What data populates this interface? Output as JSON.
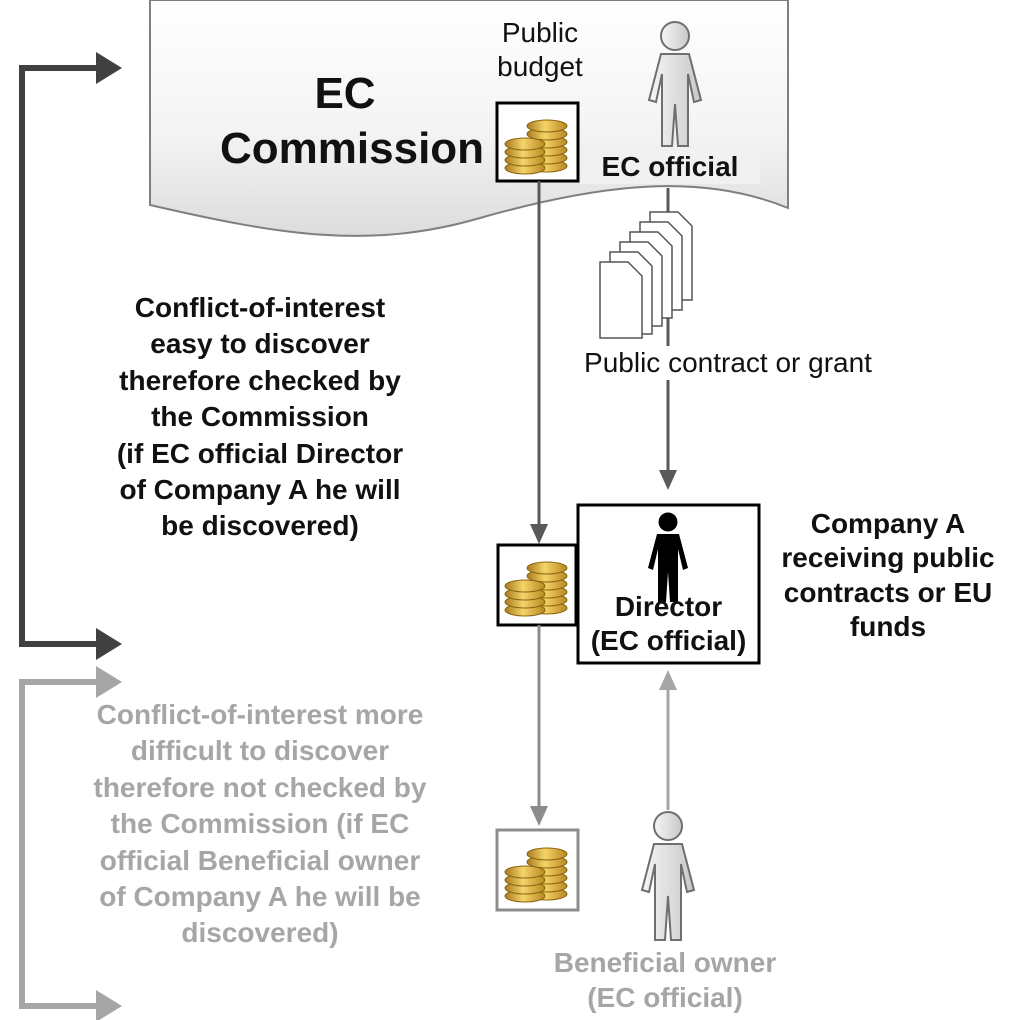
{
  "commission": {
    "title_line1": "EC",
    "title_line2": "Commission"
  },
  "budget": {
    "label_line1": "Public",
    "label_line2": "budget"
  },
  "official": {
    "label": "EC official"
  },
  "contract": {
    "label": "Public contract or grant"
  },
  "director": {
    "label_line1": "Director",
    "label_line2": "(EC official)"
  },
  "company": {
    "label_lines": [
      "Company A",
      "receiving public",
      "contracts or EU",
      "funds"
    ]
  },
  "beneficial": {
    "label_line1": "Beneficial owner",
    "label_line2": "(EC official)"
  },
  "easy_note": {
    "lines": [
      "Conflict-of-interest",
      "easy to discover",
      "therefore checked by",
      "the Commission",
      "(if EC official Director",
      "of Company A he will",
      "be discovered)"
    ]
  },
  "hard_note": {
    "lines": [
      "Conflict-of-interest more",
      "difficult to discover",
      "therefore not checked by",
      "the Commission (if EC",
      "official Beneficial owner",
      "of Company A he will be",
      "discovered)"
    ]
  },
  "colors": {
    "dark_arrow": "#404040",
    "grey_arrow": "#a6a6a6",
    "flow_arrow": "#595959",
    "coin": "#e3b23c"
  },
  "icons": [
    "coins-icon",
    "person-icon",
    "documents-icon"
  ]
}
